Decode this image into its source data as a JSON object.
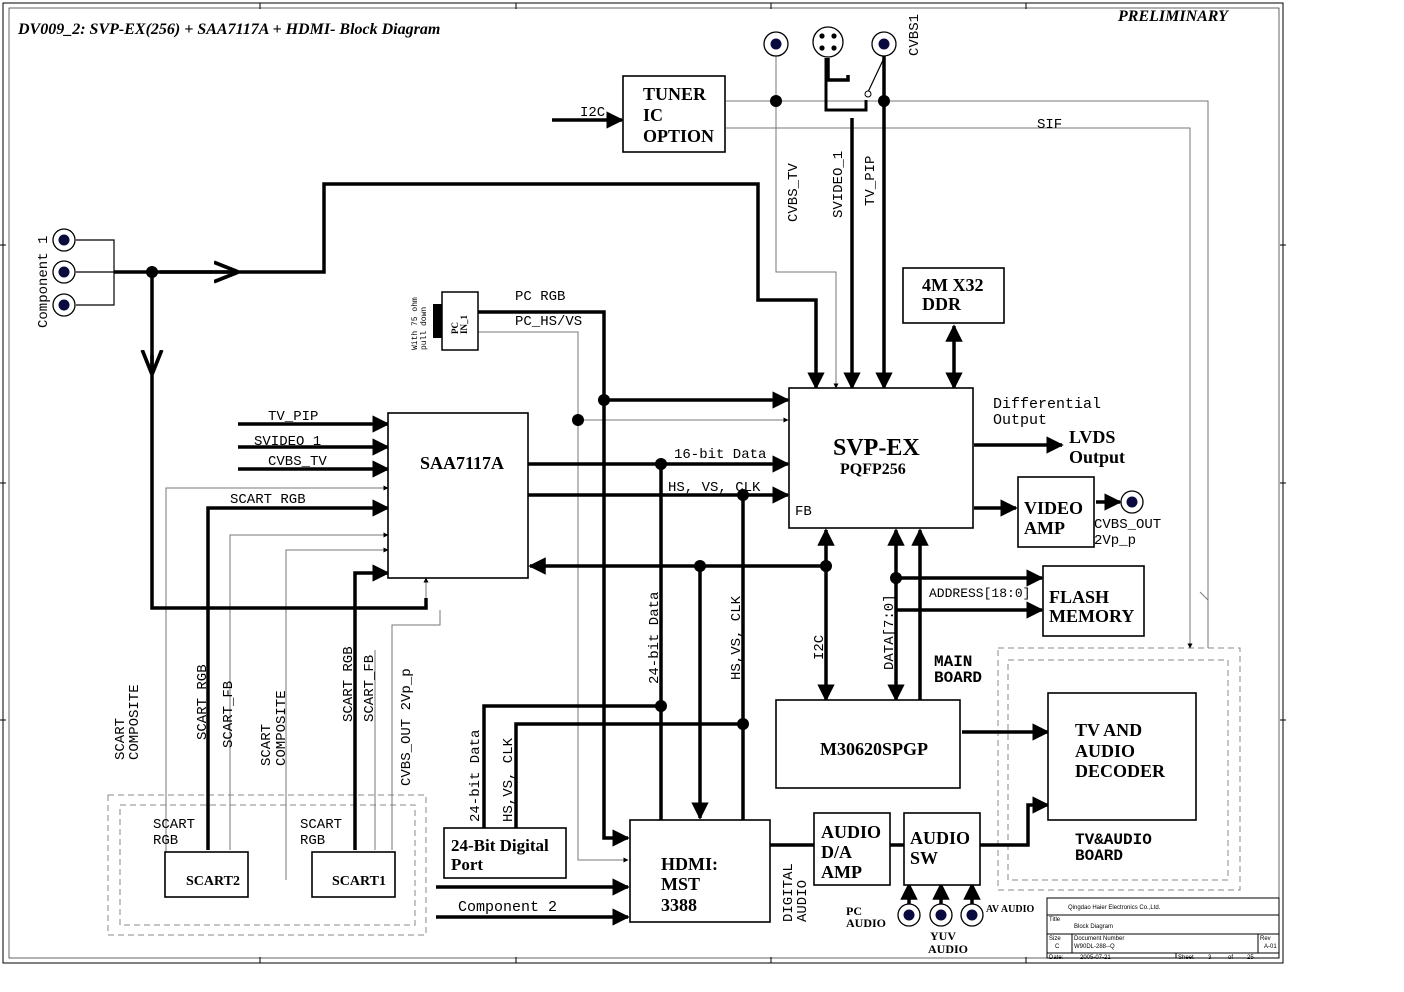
{
  "header": {
    "title": "DV009_2: SVP-EX(256) + SAA7117A + HDMI- Block Diagram",
    "status": "PRELIMINARY"
  },
  "blocks": {
    "tuner": [
      "TUNER",
      "IC",
      "OPTION"
    ],
    "ddr": [
      "4M X32",
      "DDR"
    ],
    "svp": [
      "SVP-EX",
      "PQFP256"
    ],
    "saa": "SAA7117A",
    "video_amp": [
      "VIDEO",
      "AMP"
    ],
    "flash": [
      "FLASH",
      "MEMORY"
    ],
    "mcu": "M30620SPGP",
    "decoder": [
      "TV AND",
      "AUDIO",
      "DECODER"
    ],
    "hdmi": [
      "HDMI:",
      "MST",
      "3388"
    ],
    "audio_amp": [
      "AUDIO",
      "D/A",
      "AMP"
    ],
    "audio_sw": [
      "AUDIO",
      "SW"
    ],
    "digital_port": [
      "24-Bit Digital",
      "Port"
    ],
    "scart1": "SCART1",
    "scart2": "SCART2",
    "pc_in": [
      "PC",
      "IN_1"
    ]
  },
  "labels": {
    "i2c_tuner": "I2C",
    "sif": "SIF",
    "cvbs1": "CVBS1",
    "cvbs_tv_v": "CVBS_TV",
    "svideo_1_v": "SVIDEO_1",
    "tv_pip_v": "TV_PIP",
    "component1": "Component 1",
    "pc_rgb": "PC RGB",
    "pc_hsvs": "PC_HS/VS",
    "pulldown": [
      "With 75 ohm",
      "pull down"
    ],
    "tv_pip": "TV_PIP",
    "svideo_1": "SVIDEO_1",
    "cvbs_tv": "CVBS_TV",
    "scart_rgb_in": "SCART RGB",
    "data16": "16-bit Data",
    "hsvsclk": "HS, VS, CLK",
    "fb": "FB",
    "diff_output": [
      "Differential",
      "Output"
    ],
    "lvds": [
      "LVDS",
      "Output"
    ],
    "cvbs_out": [
      "CVBS_OUT",
      "2Vp_p"
    ],
    "address": "ADDRESS[18:0]",
    "data70": "DATA[7:0]",
    "i2c_main": "I2C",
    "main_board": [
      "MAIN",
      "BOARD"
    ],
    "tvaudio_board": [
      "TV&AUDIO",
      "BOARD"
    ],
    "data24_v": "24-bit Data",
    "hsvsclk_v": "HS,VS, CLK",
    "data24_port": "24-bit Data",
    "hsvsclk_port": "HS,VS, CLK",
    "scart_composite_a": [
      "SCART",
      "COMPOSITE"
    ],
    "scart_rgb_a": "SCART RGB",
    "scart_fb_a": "SCART_FB",
    "scart_composite_b": [
      "SCART",
      "COMPOSITE"
    ],
    "scart_rgb_b": "SCART RGB",
    "scart_fb_b": "SCART_FB",
    "cvbs_out_v": "CVBS_OUT 2Vp_p",
    "scart_rgb_box2": [
      "SCART",
      "RGB"
    ],
    "scart_rgb_box1": [
      "SCART",
      "RGB"
    ],
    "component2": "Component 2",
    "digital_audio": [
      "DIGITAL",
      "AUDIO"
    ],
    "pc_audio": [
      "PC",
      "AUDIO"
    ],
    "yuv_audio": [
      "YUV",
      "AUDIO"
    ],
    "av_audio": "AV AUDIO"
  },
  "title_block": {
    "company": "Qingdao Haier Electronics Co.,Ltd.",
    "title_label": "Title",
    "title_value": "Block Diagram",
    "size_label": "Size",
    "size_value": "C",
    "docnum_label": "Document Number",
    "docnum_value": "W90DL-288--Q",
    "rev_label": "Rev",
    "rev_value": "A-01",
    "date_label": "Date:",
    "date_value": "2005-07-21",
    "sheet_label": "Sheet",
    "sheet_value": "3",
    "of_label": "of",
    "of_value": "25"
  }
}
